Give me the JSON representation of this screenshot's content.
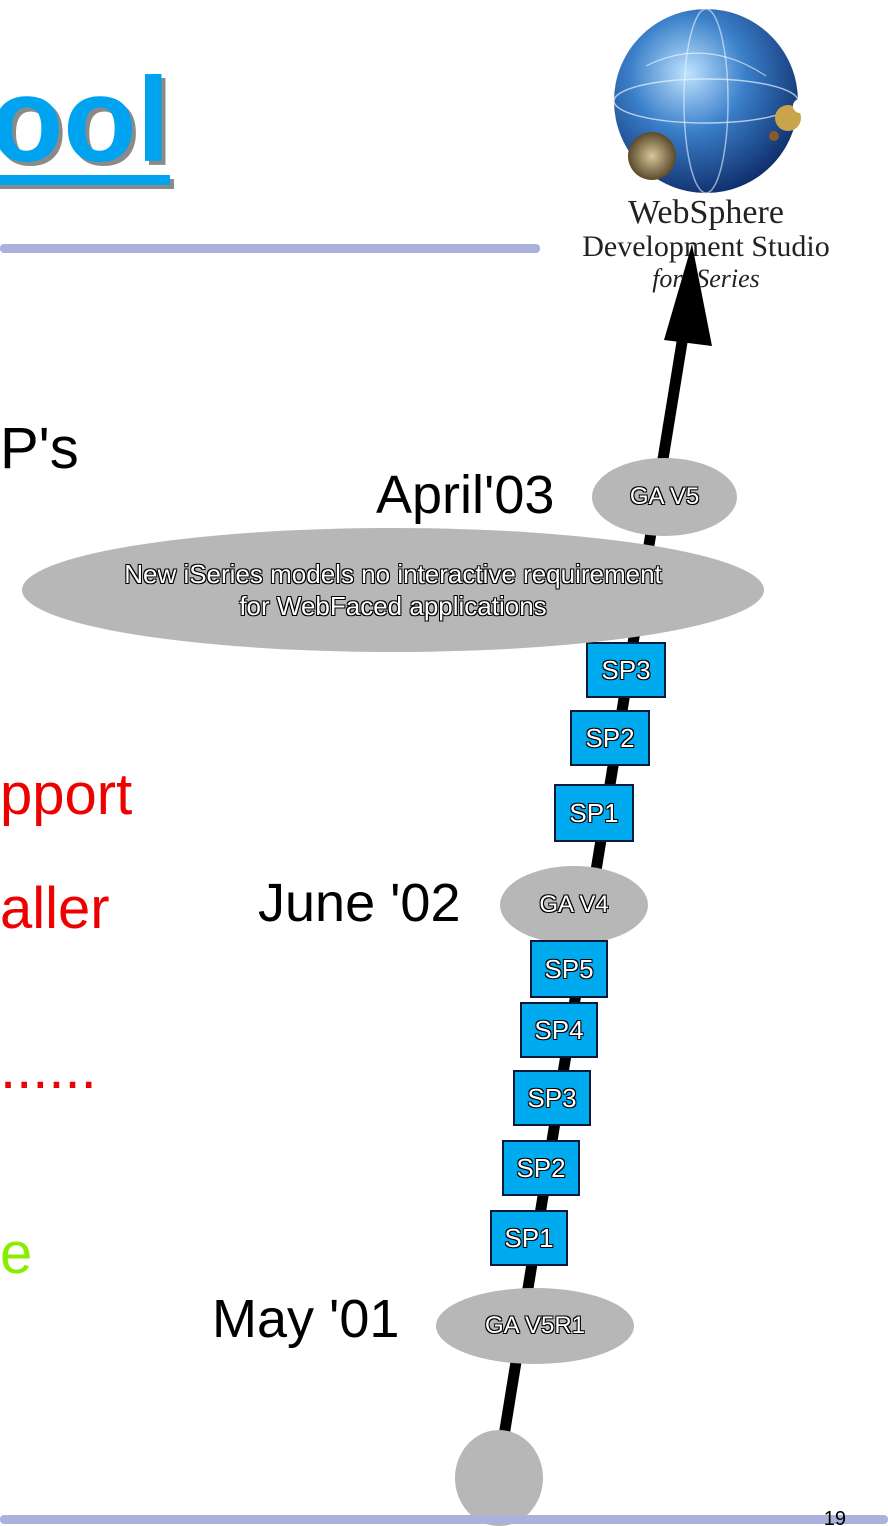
{
  "slide": {
    "title": "ool",
    "page_number": "19",
    "bullets": [
      {
        "text": "P's",
        "color": "#000000"
      },
      {
        "text": "pport",
        "color": "#ee0000"
      },
      {
        "text": "aller",
        "color": "#ee0000"
      },
      {
        "text": "......",
        "color": "#ee0000"
      },
      {
        "text": "e",
        "color": "#88ee00"
      }
    ]
  },
  "logo": {
    "line1": "WebSphere",
    "line2": "Development Studio",
    "line3": "for iSeries"
  },
  "timeline": {
    "dates": {
      "april03": "April'03",
      "june02": "June '02",
      "may01": "May '01"
    },
    "releases": {
      "v5": "GA V5",
      "v4": "GA V4",
      "v5r1": "GA V5R1"
    },
    "note": {
      "line1": "New iSeries models no interactive requirement",
      "line2": "for WebFaced applications"
    },
    "v5_service_packs": [
      "SP3",
      "SP2",
      "SP1"
    ],
    "v4_service_packs": [
      "SP5",
      "SP4",
      "SP3",
      "SP2",
      "SP1"
    ]
  },
  "colors": {
    "title": "#00a3f0",
    "service_pack": "#00aaee",
    "milestone": "#b7b7b7",
    "rule": "#aab1da"
  }
}
